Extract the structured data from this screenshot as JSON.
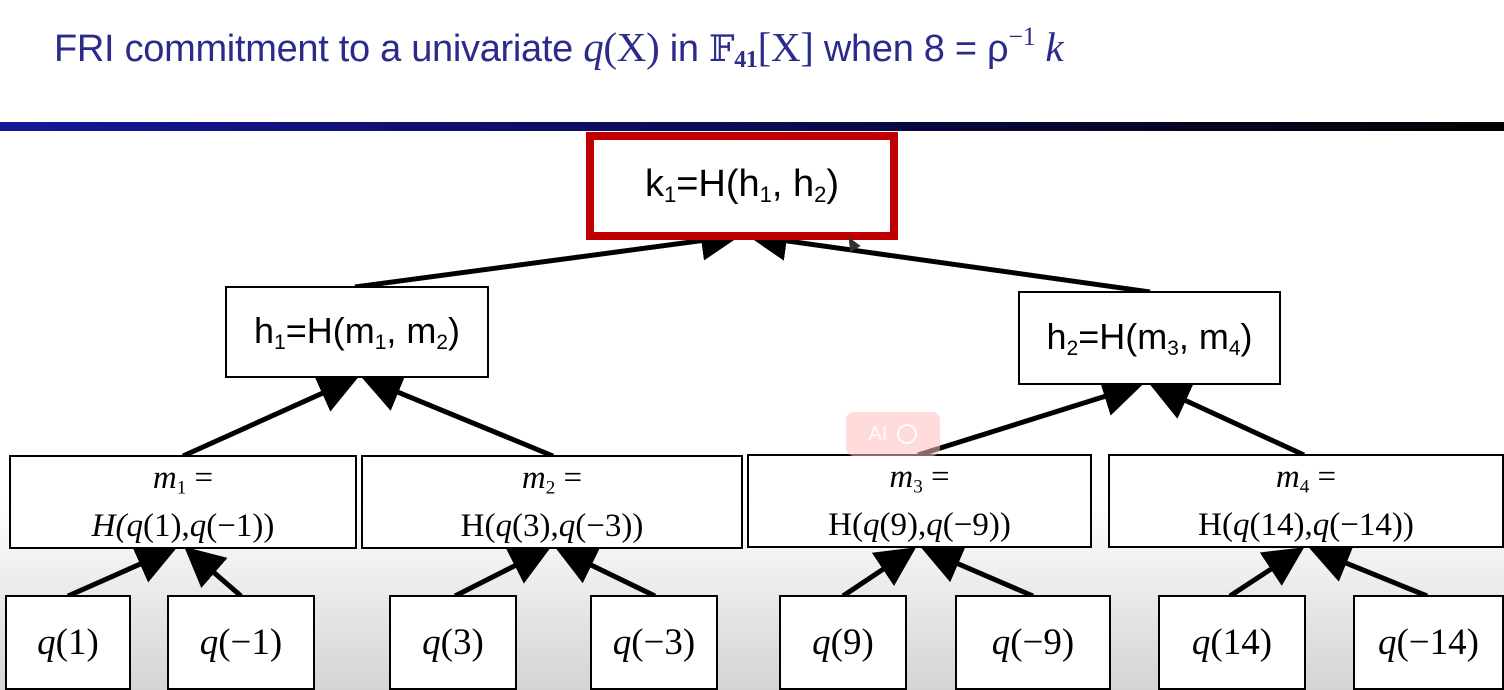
{
  "title": {
    "prefix": "FRI commitment to a univariate ",
    "poly": "q",
    "poly_arg": "(X)",
    "in_word": " in ",
    "field_symbol": "𝔽",
    "field_sub": "41",
    "field_var": "[X]",
    "when_text": " when 8 = ρ",
    "sup": "−1",
    "k_var": " k"
  },
  "tree": {
    "root": {
      "main": "k",
      "sub": "1",
      "rest": "=H(h",
      "sub2": "1",
      "sep": ", h",
      "sub3": "2",
      "close": ")"
    },
    "h1": {
      "main": "h",
      "sub": "1",
      "rest": "=H(m",
      "sub2": "1",
      "sep": ", m",
      "sub3": "2",
      "close": ")"
    },
    "h2": {
      "main": "h",
      "sub": "2",
      "rest": "=H(m",
      "sub2": "3",
      "sep": ", m",
      "sub3": "4",
      "close": ")"
    },
    "m_nodes": [
      {
        "name": "m",
        "sub": "1",
        "eq": " =",
        "h": "H(",
        "q1": "q",
        "a1": "(1)",
        "c": ",",
        "q2": "q",
        "a2": "(−1))"
      },
      {
        "name": "m",
        "sub": "2",
        "eq": " =",
        "h": "H(",
        "q1": "q",
        "a1": "(3)",
        "c": ",",
        "q2": "q",
        "a2": "(−3))"
      },
      {
        "name": "m",
        "sub": "3",
        "eq": " =",
        "h": "H(",
        "q1": "q",
        "a1": "(9)",
        "c": ",",
        "q2": "q",
        "a2": "(−9))"
      },
      {
        "name": "m",
        "sub": "4",
        "eq": " =",
        "h": "H(",
        "q1": "q",
        "a1": "(14)",
        "c": ",",
        "q2": "q",
        "a2": "(−14))"
      }
    ],
    "leaves": [
      {
        "q": "q",
        "arg": "(1)"
      },
      {
        "q": "q",
        "arg": "(−1)"
      },
      {
        "q": "q",
        "arg": "(3)"
      },
      {
        "q": "q",
        "arg": "(−3)"
      },
      {
        "q": "q",
        "arg": "(9)"
      },
      {
        "q": "q",
        "arg": "(−9)"
      },
      {
        "q": "q",
        "arg": "(14)"
      },
      {
        "q": "q",
        "arg": "(−14)"
      }
    ]
  },
  "colors": {
    "title": "#2b2b8c",
    "root_border": "#c00000",
    "rule": "#16169a"
  },
  "overlay": {
    "icon_a": "AI",
    "icon_b": "search-icon"
  }
}
